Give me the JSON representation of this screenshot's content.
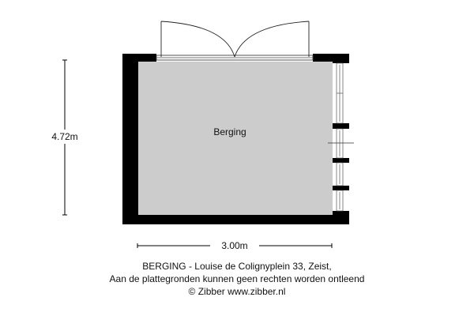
{
  "plan": {
    "room_label": "Berging",
    "height_dim": "4.72m",
    "width_dim": "3.00m"
  },
  "caption": {
    "line1": "BERGING - Louise de Colignyplein 33, Zeist,",
    "line2": "Aan de plattegronden kunnen geen rechten worden ontleend",
    "line3": "© Zibber www.zibber.nl"
  },
  "colors": {
    "floor": "#cccccc",
    "wall": "#000000"
  }
}
